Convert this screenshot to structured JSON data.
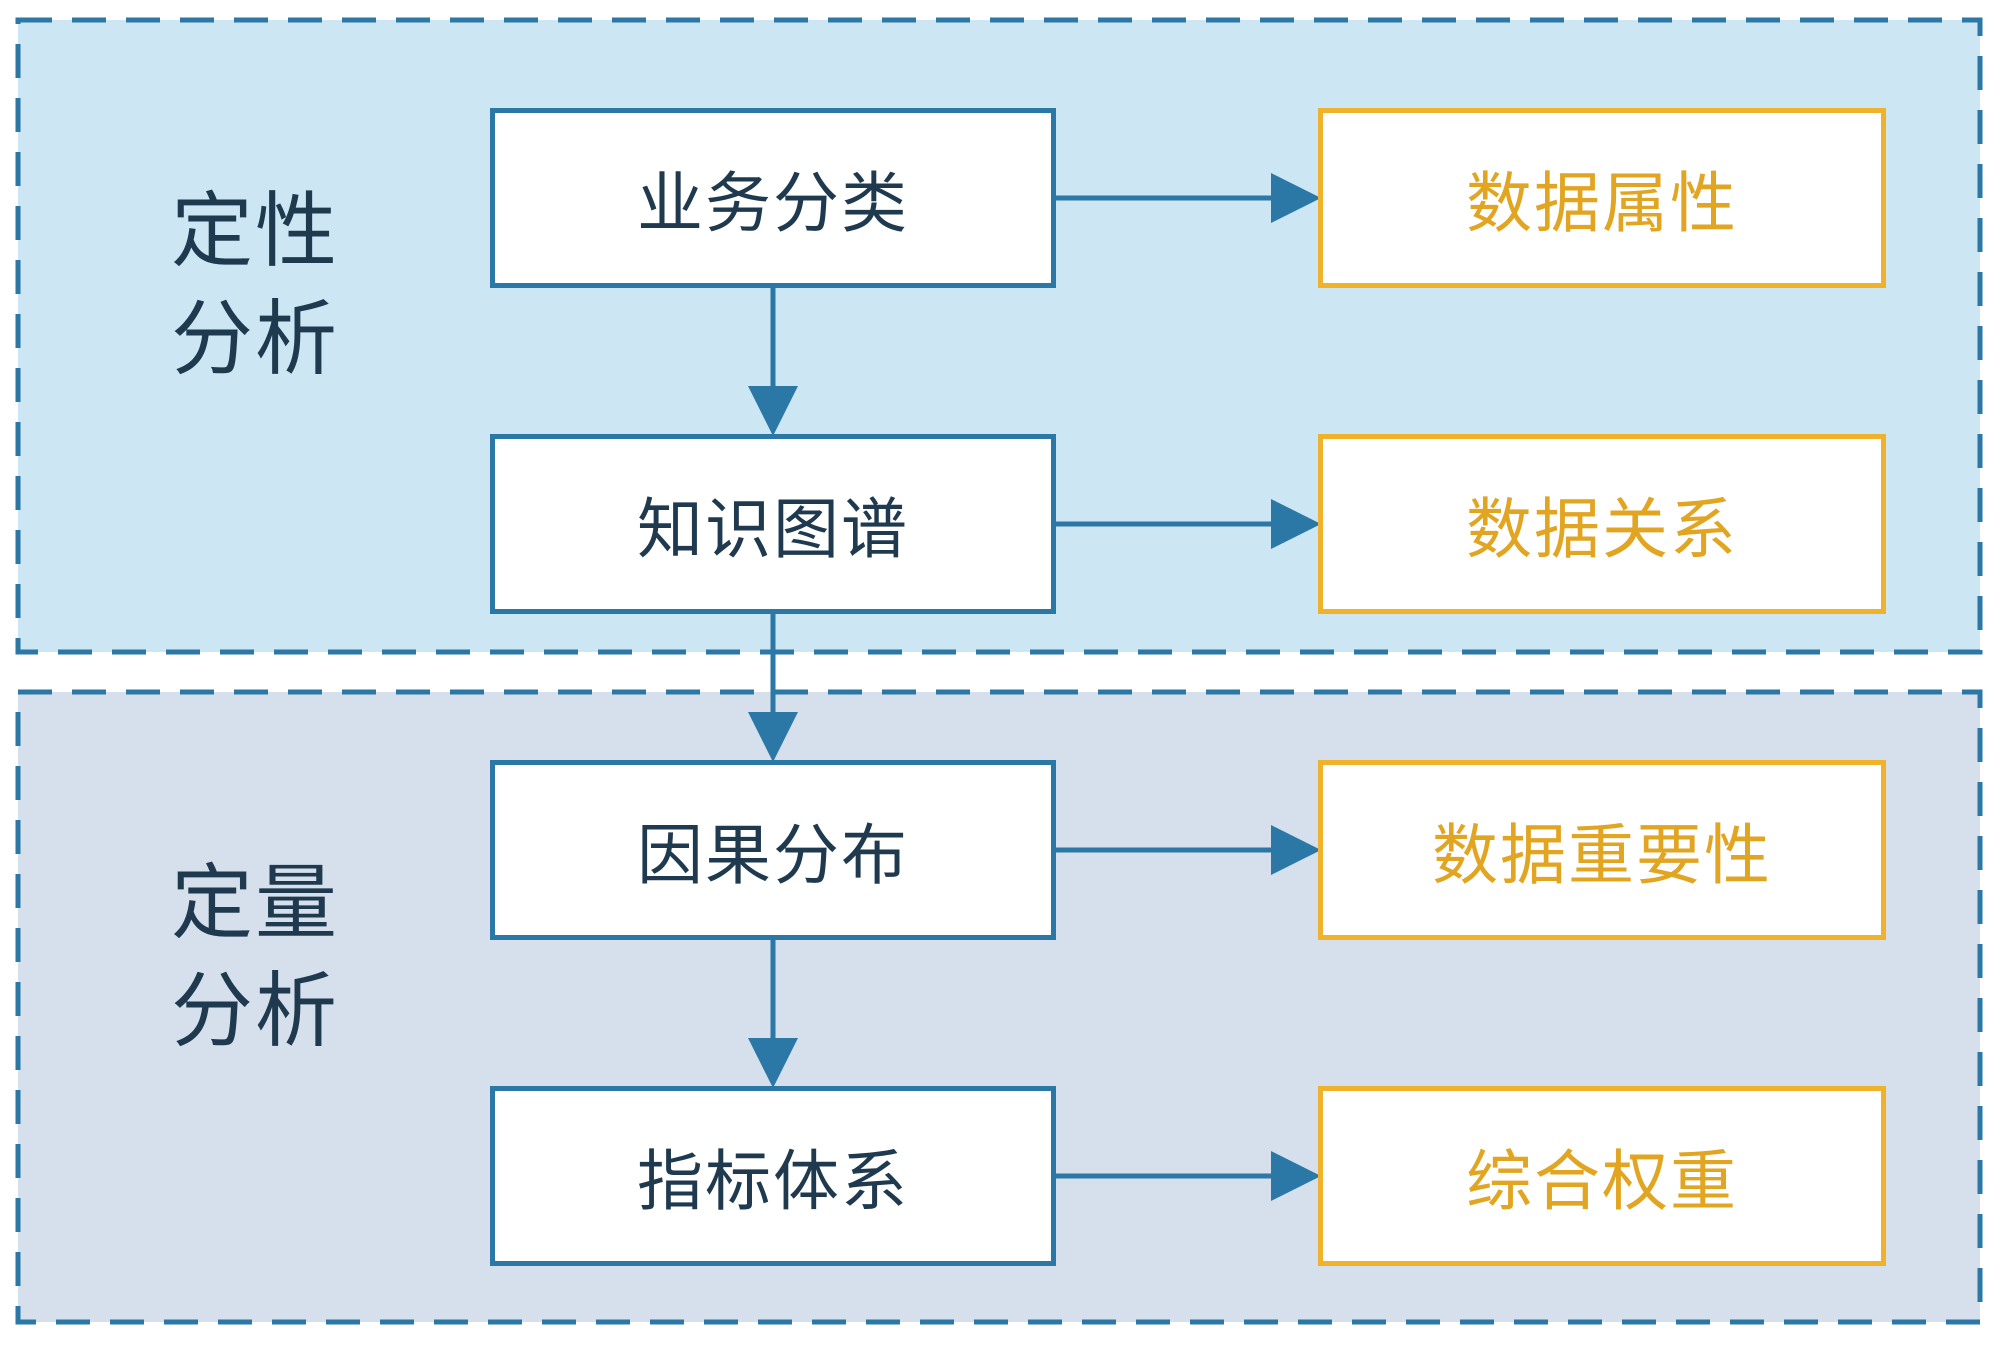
{
  "colors": {
    "qualitative_panel_fill": "#cce6f3",
    "quantitative_panel_fill": "#d5e0ec",
    "panel_border": "#2b77a6",
    "arrow": "#2b77a6",
    "process_border": "#2b77a6",
    "process_text": "#1f3a4f",
    "result_border": "#f0b22a",
    "result_text": "#e2a521"
  },
  "panels": {
    "qualitative": {
      "label_line1": "定性",
      "label_line2": "分析"
    },
    "quantitative": {
      "label_line1": "定量",
      "label_line2": "分析"
    }
  },
  "process_steps": [
    {
      "label": "业务分类"
    },
    {
      "label": "知识图谱"
    },
    {
      "label": "因果分布"
    },
    {
      "label": "指标体系"
    }
  ],
  "results": [
    {
      "label": "数据属性"
    },
    {
      "label": "数据关系"
    },
    {
      "label": "数据重要性"
    },
    {
      "label": "综合权重"
    }
  ]
}
